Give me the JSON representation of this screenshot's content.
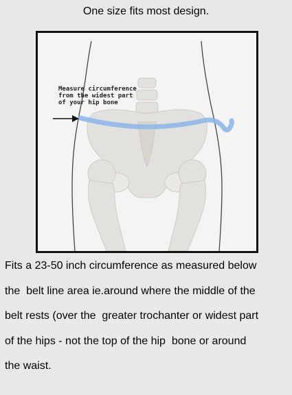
{
  "header": {
    "title": "One size fits most design."
  },
  "illustration": {
    "callout_lines": [
      "Measure circumference",
      "from the widest part",
      "of your hip bone"
    ],
    "band_color": "#8fb8ea",
    "bone_color": "#e3e1dd"
  },
  "description": {
    "lines": [
      "Fits a 23-50 inch circumference as measured below",
      "the  belt line area ie.around where the middle of the",
      "belt rests (over the  greater trochanter or widest part",
      "of the hips - not the top of the hip  bone or around",
      "the waist."
    ]
  }
}
